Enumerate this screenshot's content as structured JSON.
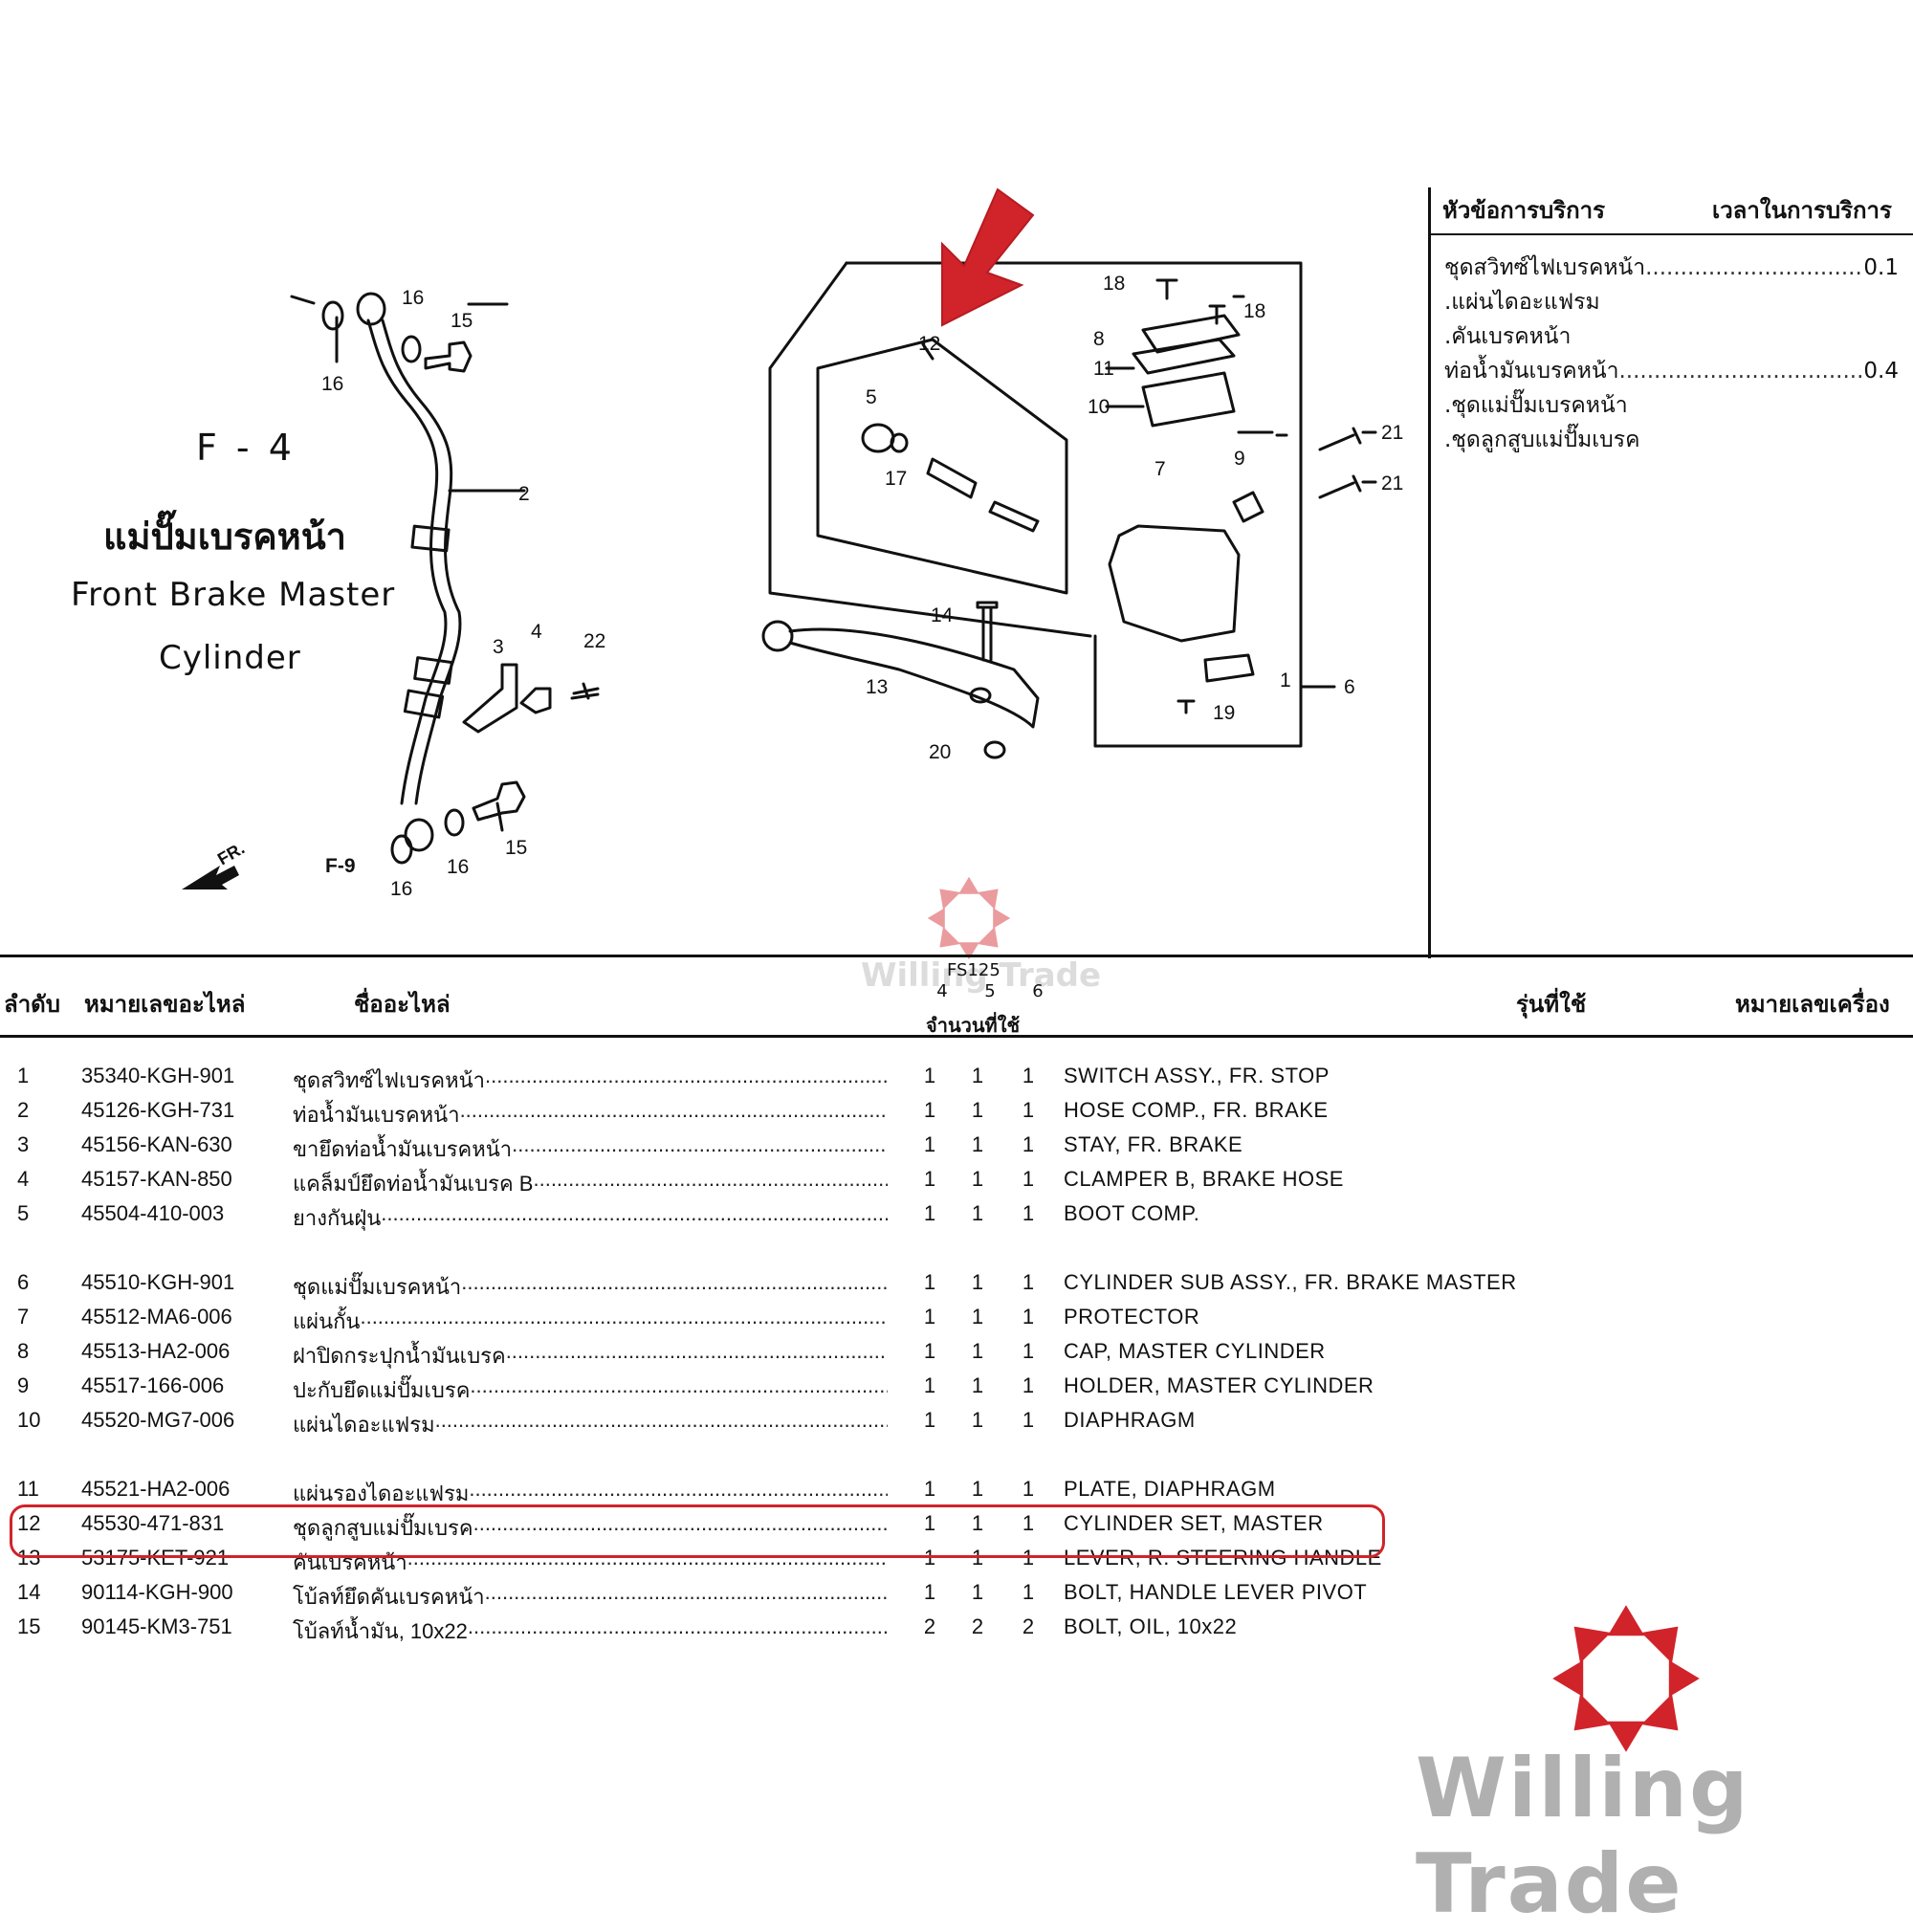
{
  "figure": {
    "code": "F - 4",
    "title_th": "แม่ปั๊มเบรคหน้า",
    "title_en_line1": "Front Brake Master",
    "title_en_line2": "Cylinder",
    "callouts": [
      "1",
      "2",
      "3",
      "4",
      "5",
      "6",
      "7",
      "8",
      "9",
      "10",
      "11",
      "12",
      "13",
      "14",
      "15",
      "16",
      "17",
      "18",
      "19",
      "20",
      "21",
      "22"
    ],
    "ref_label": "F-9",
    "direction_label": "FR."
  },
  "service": {
    "header_topic": "หัวข้อการบริการ",
    "header_time": "เวลาในการบริการ",
    "items": [
      {
        "label": "ชุดสวิทซ์ไฟเบรคหน้า",
        "time": "0.1"
      },
      {
        "label": ".แผ่นไดอะแฟรม",
        "time": ""
      },
      {
        "label": ".คันเบรคหน้า",
        "time": ""
      },
      {
        "label": "ท่อน้ำมันเบรคหน้า",
        "time": "0.4"
      },
      {
        "label": ".ชุดแม่ปั๊มเบรคหน้า",
        "time": ""
      },
      {
        "label": ".ชุดลูกสูบแม่ปั๊มเบรค",
        "time": ""
      }
    ]
  },
  "table": {
    "headers": {
      "no": "ลำดับ",
      "part_no": "หมายเลขอะไหล่",
      "name": "ชื่ออะไหล่",
      "model": "FS125",
      "cols": [
        "4",
        "5",
        "6"
      ],
      "qty": "จำนวนที่ใช้",
      "used_model": "รุ่นที่ใช้",
      "engine_no": "หมายเลขเครื่อง"
    },
    "rows": [
      {
        "no": "1",
        "part_no": "35340-KGH-901",
        "name_th": "ชุดสวิทซ์ไฟเบรคหน้า",
        "q": [
          "1",
          "1",
          "1"
        ],
        "name_en": "SWITCH ASSY., FR. STOP"
      },
      {
        "no": "2",
        "part_no": "45126-KGH-731",
        "name_th": "ท่อน้ำมันเบรคหน้า",
        "q": [
          "1",
          "1",
          "1"
        ],
        "name_en": "HOSE COMP., FR. BRAKE"
      },
      {
        "no": "3",
        "part_no": "45156-KAN-630",
        "name_th": "ขายึดท่อน้ำมันเบรคหน้า",
        "q": [
          "1",
          "1",
          "1"
        ],
        "name_en": "STAY, FR. BRAKE"
      },
      {
        "no": "4",
        "part_no": "45157-KAN-850",
        "name_th": "แคล็มป์ยึดท่อน้ำมันเบรค B",
        "q": [
          "1",
          "1",
          "1"
        ],
        "name_en": "CLAMPER B, BRAKE HOSE"
      },
      {
        "no": "5",
        "part_no": "45504-410-003",
        "name_th": "ยางกันฝุ่น",
        "q": [
          "1",
          "1",
          "1"
        ],
        "name_en": "BOOT COMP."
      },
      {
        "no": "6",
        "part_no": "45510-KGH-901",
        "name_th": "ชุดแม่ปั๊มเบรคหน้า",
        "q": [
          "1",
          "1",
          "1"
        ],
        "name_en": "CYLINDER SUB ASSY., FR. BRAKE MASTER"
      },
      {
        "no": "7",
        "part_no": "45512-MA6-006",
        "name_th": "แผ่นกั้น",
        "q": [
          "1",
          "1",
          "1"
        ],
        "name_en": "PROTECTOR"
      },
      {
        "no": "8",
        "part_no": "45513-HA2-006",
        "name_th": "ฝาปิดกระปุกน้ำมันเบรค",
        "q": [
          "1",
          "1",
          "1"
        ],
        "name_en": "CAP, MASTER CYLINDER"
      },
      {
        "no": "9",
        "part_no": "45517-166-006",
        "name_th": "ปะกับยึดแม่ปั๊มเบรค",
        "q": [
          "1",
          "1",
          "1"
        ],
        "name_en": "HOLDER, MASTER CYLINDER"
      },
      {
        "no": "10",
        "part_no": "45520-MG7-006",
        "name_th": "แผ่นไดอะแฟรม",
        "q": [
          "1",
          "1",
          "1"
        ],
        "name_en": "DIAPHRAGM"
      },
      {
        "no": "11",
        "part_no": "45521-HA2-006",
        "name_th": "แผ่นรองไดอะแฟรม",
        "q": [
          "1",
          "1",
          "1"
        ],
        "name_en": "PLATE, DIAPHRAGM"
      },
      {
        "no": "12",
        "part_no": "45530-471-831",
        "name_th": "ชุดลูกสูบแม่ปั๊มเบรค",
        "q": [
          "1",
          "1",
          "1"
        ],
        "name_en": "CYLINDER SET, MASTER"
      },
      {
        "no": "13",
        "part_no": "53175-KET-921",
        "name_th": "คันเบรคหน้า",
        "q": [
          "1",
          "1",
          "1"
        ],
        "name_en": "LEVER, R. STEERING HANDLE"
      },
      {
        "no": "14",
        "part_no": "90114-KGH-900",
        "name_th": "โบ้ลท์ยึดคันเบรคหน้า",
        "q": [
          "1",
          "1",
          "1"
        ],
        "name_en": "BOLT, HANDLE LEVER PIVOT"
      },
      {
        "no": "15",
        "part_no": "90145-KM3-751",
        "name_th": "โบ้ลท์น้ำมัน, 10x22",
        "q": [
          "2",
          "2",
          "2"
        ],
        "name_en": "BOLT, OIL, 10x22"
      }
    ]
  },
  "highlight_row": "12",
  "watermark": {
    "text": "Willing Trade",
    "color": "#d1232a"
  },
  "colors": {
    "accent_red": "#d1232a",
    "ink": "#111111",
    "watermark_gray": "#b0b0b0"
  }
}
